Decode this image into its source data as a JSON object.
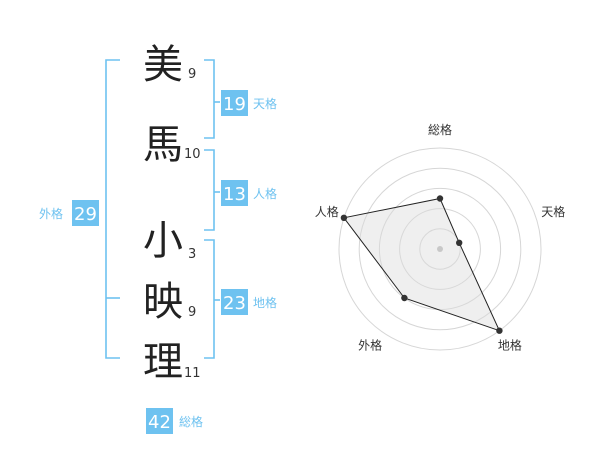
{
  "name": {
    "chars": [
      {
        "char": "美",
        "strokes": "9"
      },
      {
        "char": "馬",
        "strokes": "10"
      },
      {
        "char": "小",
        "strokes": "3"
      },
      {
        "char": "映",
        "strokes": "9"
      },
      {
        "char": "理",
        "strokes": "11"
      }
    ]
  },
  "fortunes": {
    "tenkaku": {
      "value": "19",
      "label": "天格"
    },
    "jinkaku": {
      "value": "13",
      "label": "人格"
    },
    "chikaku": {
      "value": "23",
      "label": "地格"
    },
    "gaikaku": {
      "value": "29",
      "label": "外格"
    },
    "soukaku": {
      "value": "42",
      "label": "総格"
    }
  },
  "colors": {
    "accent": "#6ec2f0",
    "text": "#222222",
    "grid": "#d6d6d6"
  },
  "chart_data": {
    "type": "radar",
    "axes": [
      "総格",
      "天格",
      "地格",
      "外格",
      "人格"
    ],
    "max_level": 5,
    "levels": 5,
    "values": [
      2.5,
      1.0,
      5.0,
      3.0,
      5.0
    ]
  }
}
